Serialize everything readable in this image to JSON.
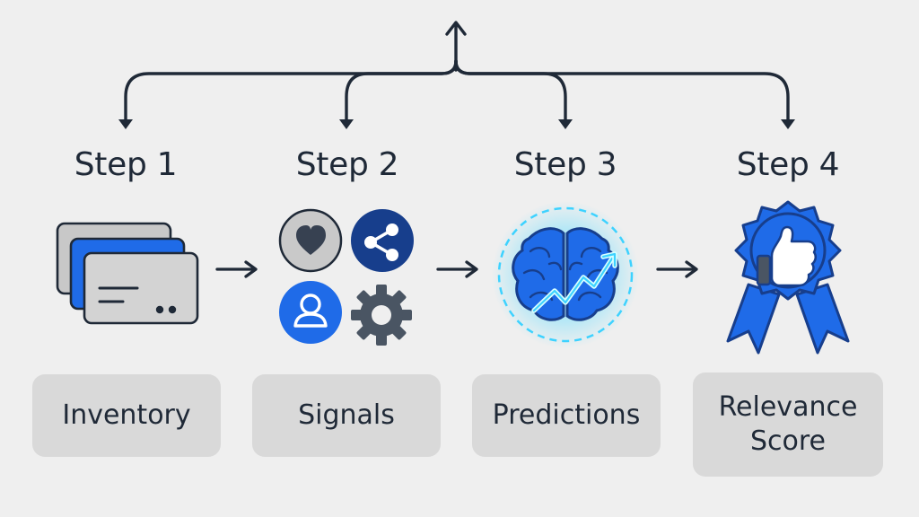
{
  "steps": [
    {
      "title": "Step 1",
      "label": "Inventory"
    },
    {
      "title": "Step 2",
      "label": "Signals"
    },
    {
      "title": "Step 3",
      "label": "Predictions"
    },
    {
      "title": "Step 4",
      "label_line1": "Relevance",
      "label_line2": "Score"
    }
  ],
  "icons": {
    "step1": "stacked-cards-icon",
    "step2": [
      "heart-icon",
      "share-icon",
      "user-icon",
      "gear-icon"
    ],
    "step3": "brain-growth-icon",
    "step4": "award-thumbs-up-icon"
  },
  "colors": {
    "background": "#efefef",
    "text": "#1f2937",
    "accent_blue": "#1f6be8",
    "dark_blue": "#173e8c",
    "gray": "#4a5563",
    "glow": "#3dd2ff",
    "box": "#d9d9d9"
  }
}
